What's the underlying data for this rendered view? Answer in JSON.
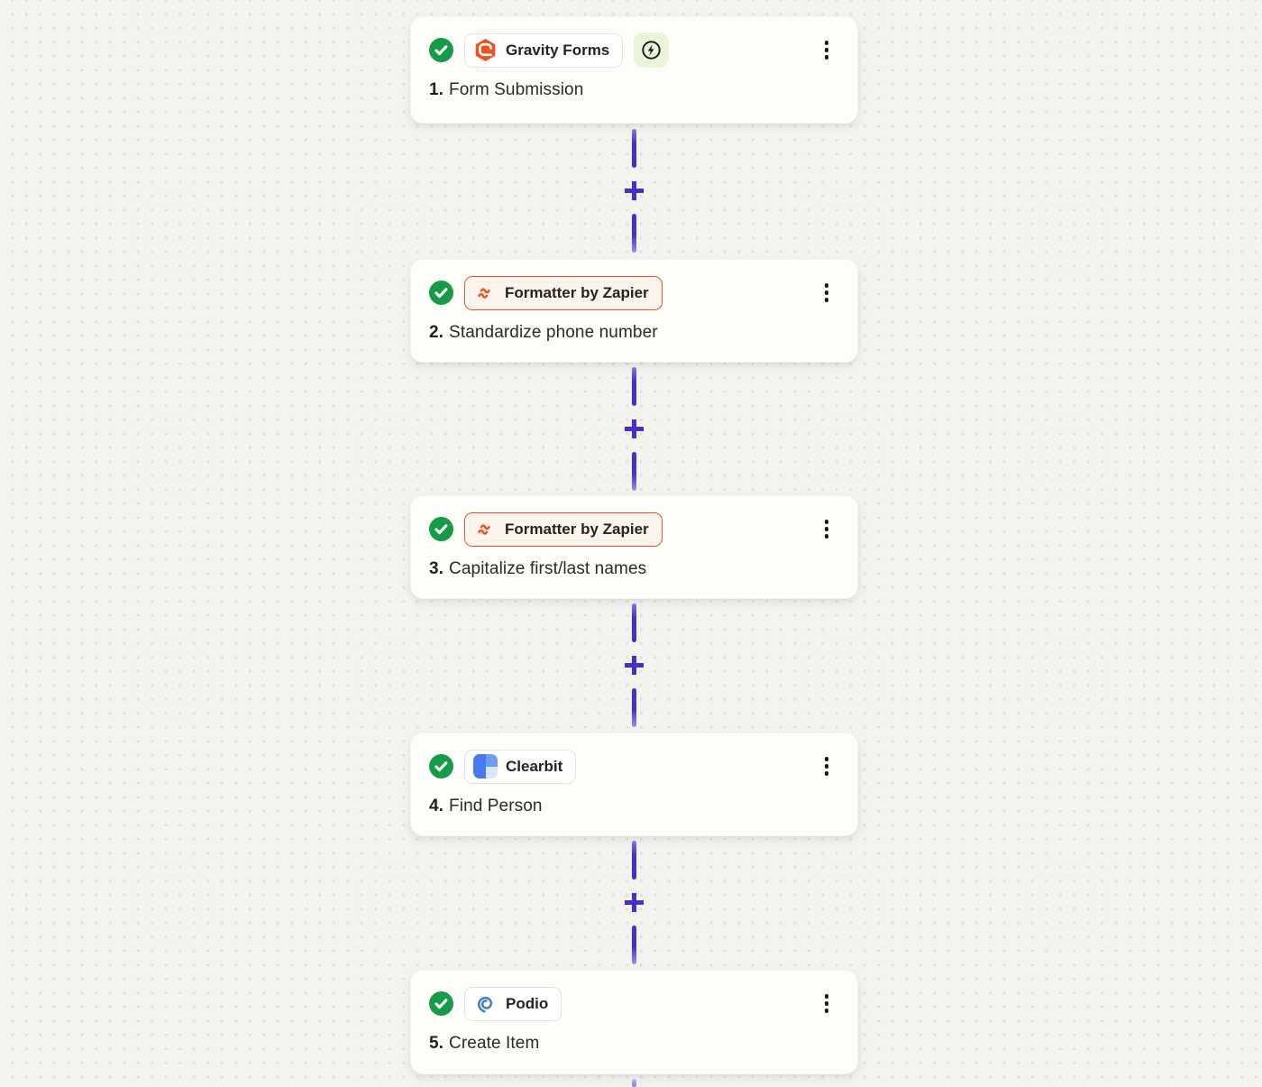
{
  "workflow": {
    "steps": [
      {
        "index_label": "1.",
        "app_label": "Gravity Forms",
        "action_label": "Form Submission",
        "status": "success",
        "app_icon": "gravity-forms-icon",
        "trigger_badge_icon": "instant-trigger-icon"
      },
      {
        "index_label": "2.",
        "app_label": "Formatter by Zapier",
        "action_label": "Standardize phone number",
        "status": "success",
        "app_icon": "formatter-icon"
      },
      {
        "index_label": "3.",
        "app_label": "Formatter by Zapier",
        "action_label": "Capitalize first/last names",
        "status": "success",
        "app_icon": "formatter-icon"
      },
      {
        "index_label": "4.",
        "app_label": "Clearbit",
        "action_label": "Find Person",
        "status": "success",
        "app_icon": "clearbit-icon"
      },
      {
        "index_label": "5.",
        "app_label": "Podio",
        "action_label": "Create Item",
        "status": "success",
        "app_icon": "podio-icon"
      }
    ],
    "add_step_button_count": 4
  },
  "icons": {
    "status": "check-circle-icon",
    "step_menu": "kebab-menu-icon",
    "add_step": "plus-icon",
    "instant_trigger": "instant-trigger-icon"
  },
  "colors": {
    "canvas_background": "#f4f3f0",
    "canvas_dots": "#d8d5cf",
    "card_background": "#fdfdfa",
    "success_green": "#189b47",
    "connector_indigo": "#4331c9",
    "gravity_forms_orange": "#ef511f",
    "formatter_orange": "#ef5123",
    "formatter_pill_background": "#fdf4ed",
    "instant_badge_background": "#ebf3da",
    "clearbit_blue": "#4879f2",
    "podio_blue": "#3e80c6",
    "text": "#2a2a28"
  }
}
